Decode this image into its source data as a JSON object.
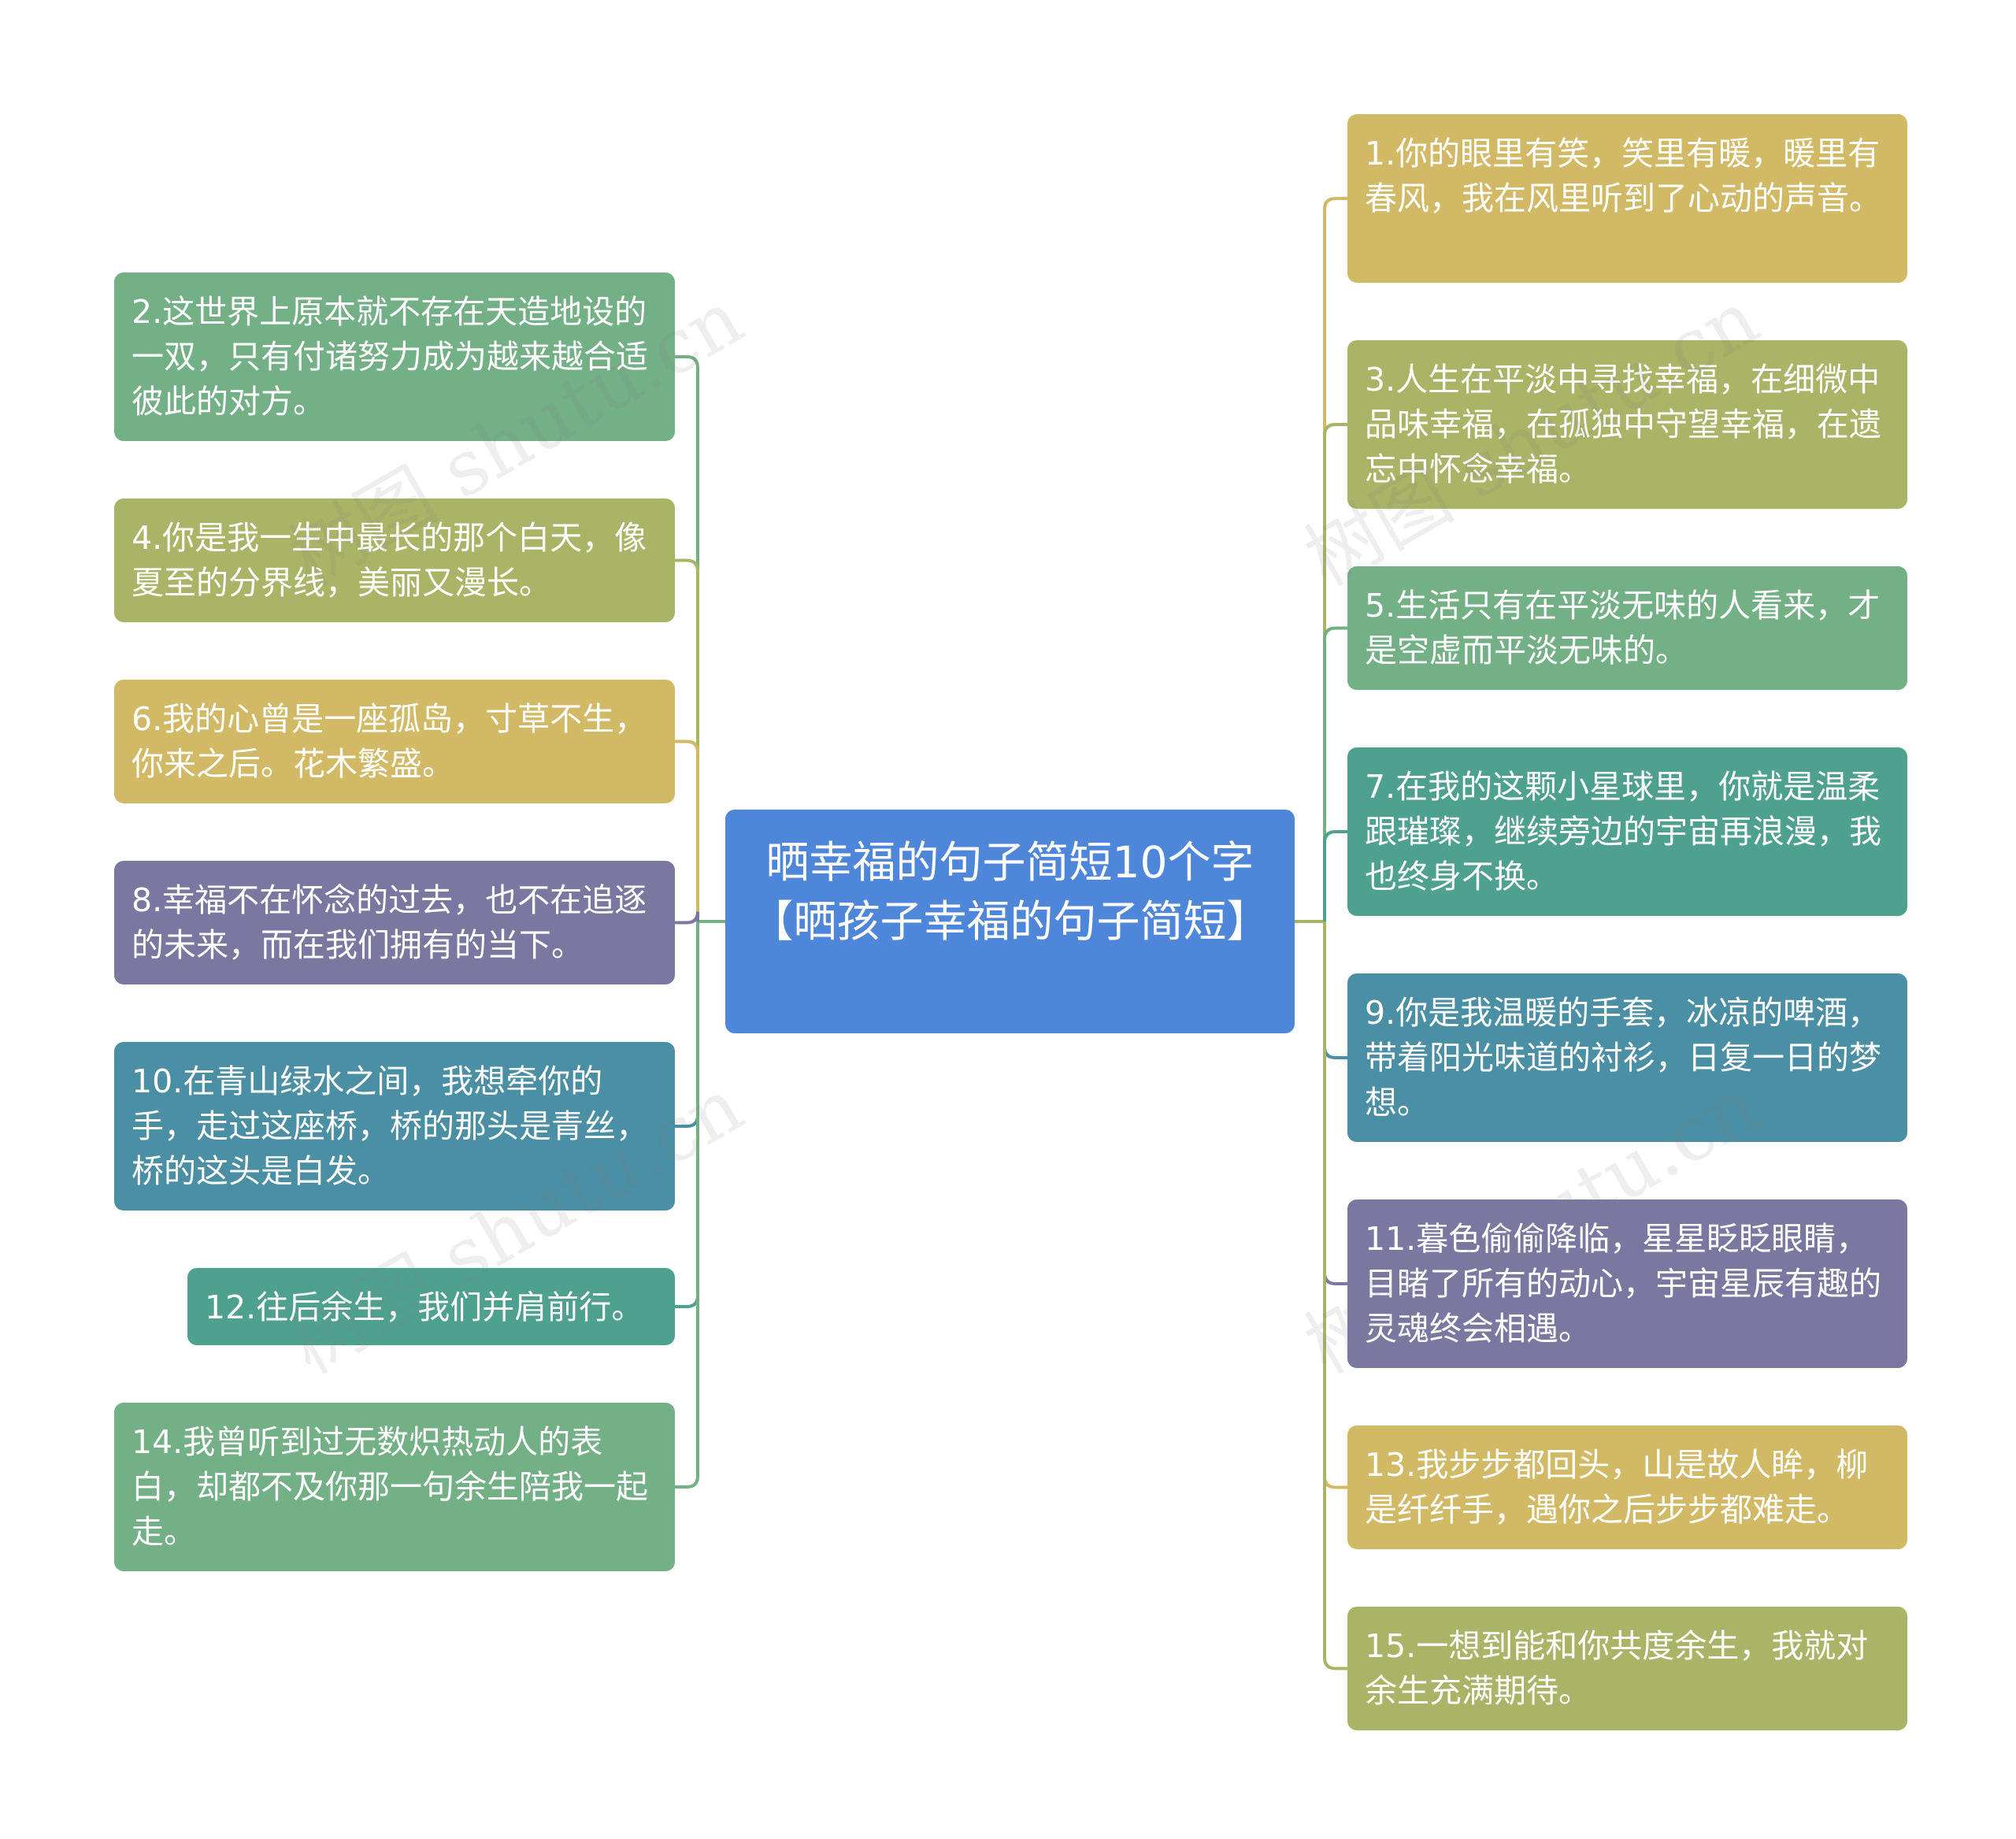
{
  "root": {
    "title": "晒幸福的句子简短10个字【晒孩子幸福的句子简短】"
  },
  "watermark": "树图 shutu.cn",
  "colors": {
    "root": "#4e86da",
    "yellow": "#d2b966",
    "olive": "#a9b466",
    "green": "#73b086",
    "teal": "#4fa18f",
    "blue": "#4a8fa3",
    "purple": "#7a78a1"
  },
  "left_nodes": [
    {
      "text": "2.这世界上原本就不存在天造地设的一双，只有付诸努力成为越来越合适彼此的对方。",
      "color": "#73b086"
    },
    {
      "text": "4.你是我一生中最长的那个白天，像夏至的分界线，美丽又漫长。",
      "color": "#a9b466"
    },
    {
      "text": "6.我的心曾是一座孤岛，寸草不生，你来之后。花木繁盛。",
      "color": "#d2b966"
    },
    {
      "text": "8.幸福不在怀念的过去，也不在追逐的未来，而在我们拥有的当下。",
      "color": "#7a78a1"
    },
    {
      "text": "10.在青山绿水之间，我想牵你的手，走过这座桥，桥的那头是青丝，桥的这头是白发。",
      "color": "#4a8fa3"
    },
    {
      "text": "12.往后余生，我们并肩前行。",
      "color": "#4fa18f"
    },
    {
      "text": "14.我曾听到过无数炽热动人的表白，却都不及你那一句余生陪我一起走。",
      "color": "#73b086"
    }
  ],
  "right_nodes": [
    {
      "text": "1.你的眼里有笑，笑里有暖，暖里有春风，我在风里听到了心动的声音。",
      "color": "#d2b966"
    },
    {
      "text": "3.人生在平淡中寻找幸福，在细微中品味幸福，在孤独中守望幸福，在遗忘中怀念幸福。",
      "color": "#a9b466"
    },
    {
      "text": "5.生活只有在平淡无味的人看来，才是空虚而平淡无味的。",
      "color": "#73b086"
    },
    {
      "text": "7.在我的这颗小星球里，你就是温柔跟璀璨，继续旁边的宇宙再浪漫，我也终身不换。",
      "color": "#4fa18f"
    },
    {
      "text": "9.你是我温暖的手套，冰凉的啤酒，带着阳光味道的衬衫，日复一日的梦想。",
      "color": "#4a8fa3"
    },
    {
      "text": "11.暮色偷偷降临，星星眨眨眼睛，目睹了所有的动心，宇宙星辰有趣的灵魂终会相遇。",
      "color": "#7a78a1"
    },
    {
      "text": "13.我步步都回头，山是故人眸，柳是纤纤手，遇你之后步步都难走。",
      "color": "#d2b966"
    },
    {
      "text": "15.一想到能和你共度余生，我就对余生充满期待。",
      "color": "#a9b466"
    }
  ]
}
